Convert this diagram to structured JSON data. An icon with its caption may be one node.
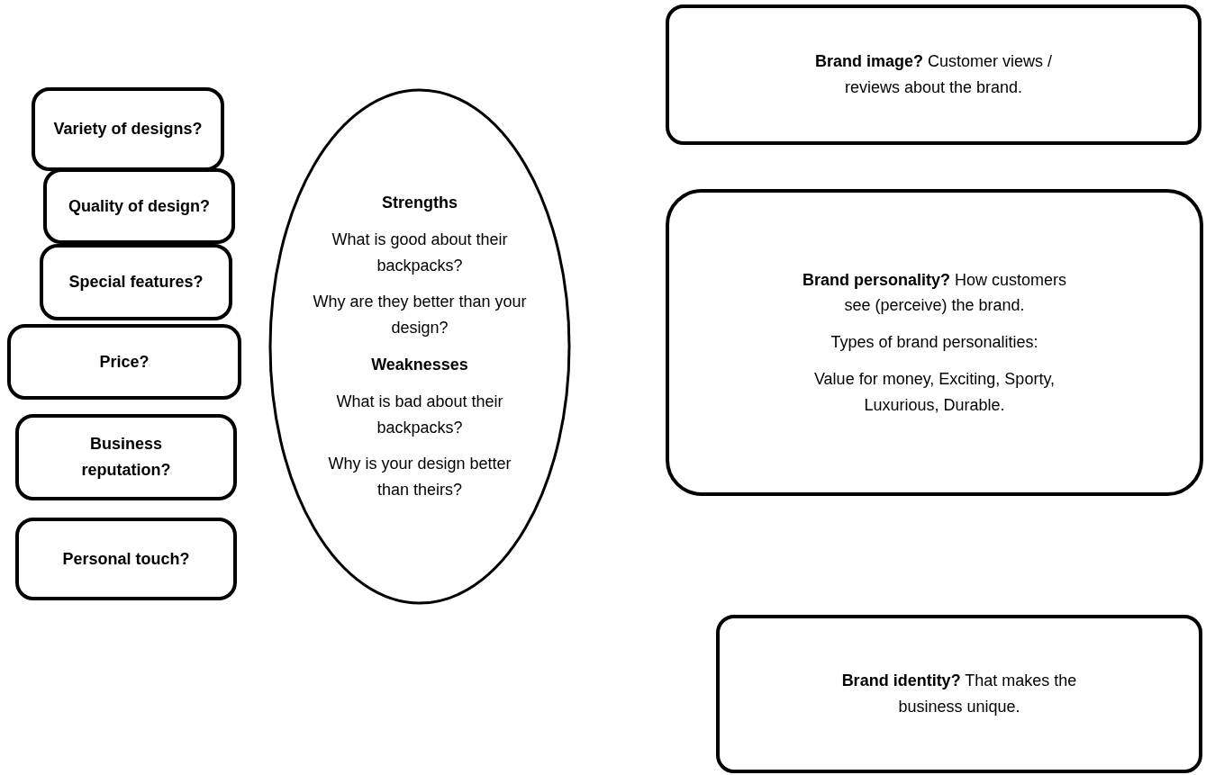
{
  "diagram": {
    "nodes": [
      {
        "text": [
          "Variety of designs?"
        ]
      },
      {
        "text": [
          "Quality of design?"
        ]
      },
      {
        "text": [
          "Special features?"
        ]
      },
      {
        "text": [
          "Price?"
        ]
      },
      {
        "text": [
          "Business reputation?"
        ]
      },
      {
        "text": [
          "Personal touch?"
        ]
      },
      {
        "text": [
          "Strengths",
          "What is good about their backpacks?",
          "Why are they better than your design?",
          "Weaknesses",
          "What is bad about their backpacks?",
          "Why is your design better than theirs?"
        ]
      },
      {
        "text": [
          "**Brand image?** Customer views / reviews about the brand."
        ]
      },
      {
        "text": [
          "**Brand personality?** How customers see (perceive) the brand.",
          "Types of brand personalities:",
          "Value for money, Exciting, Sporty, Luxurious, Durable."
        ]
      },
      {
        "text": [
          "**Brand identity?** That makes the business unique."
        ]
      }
    ]
  }
}
